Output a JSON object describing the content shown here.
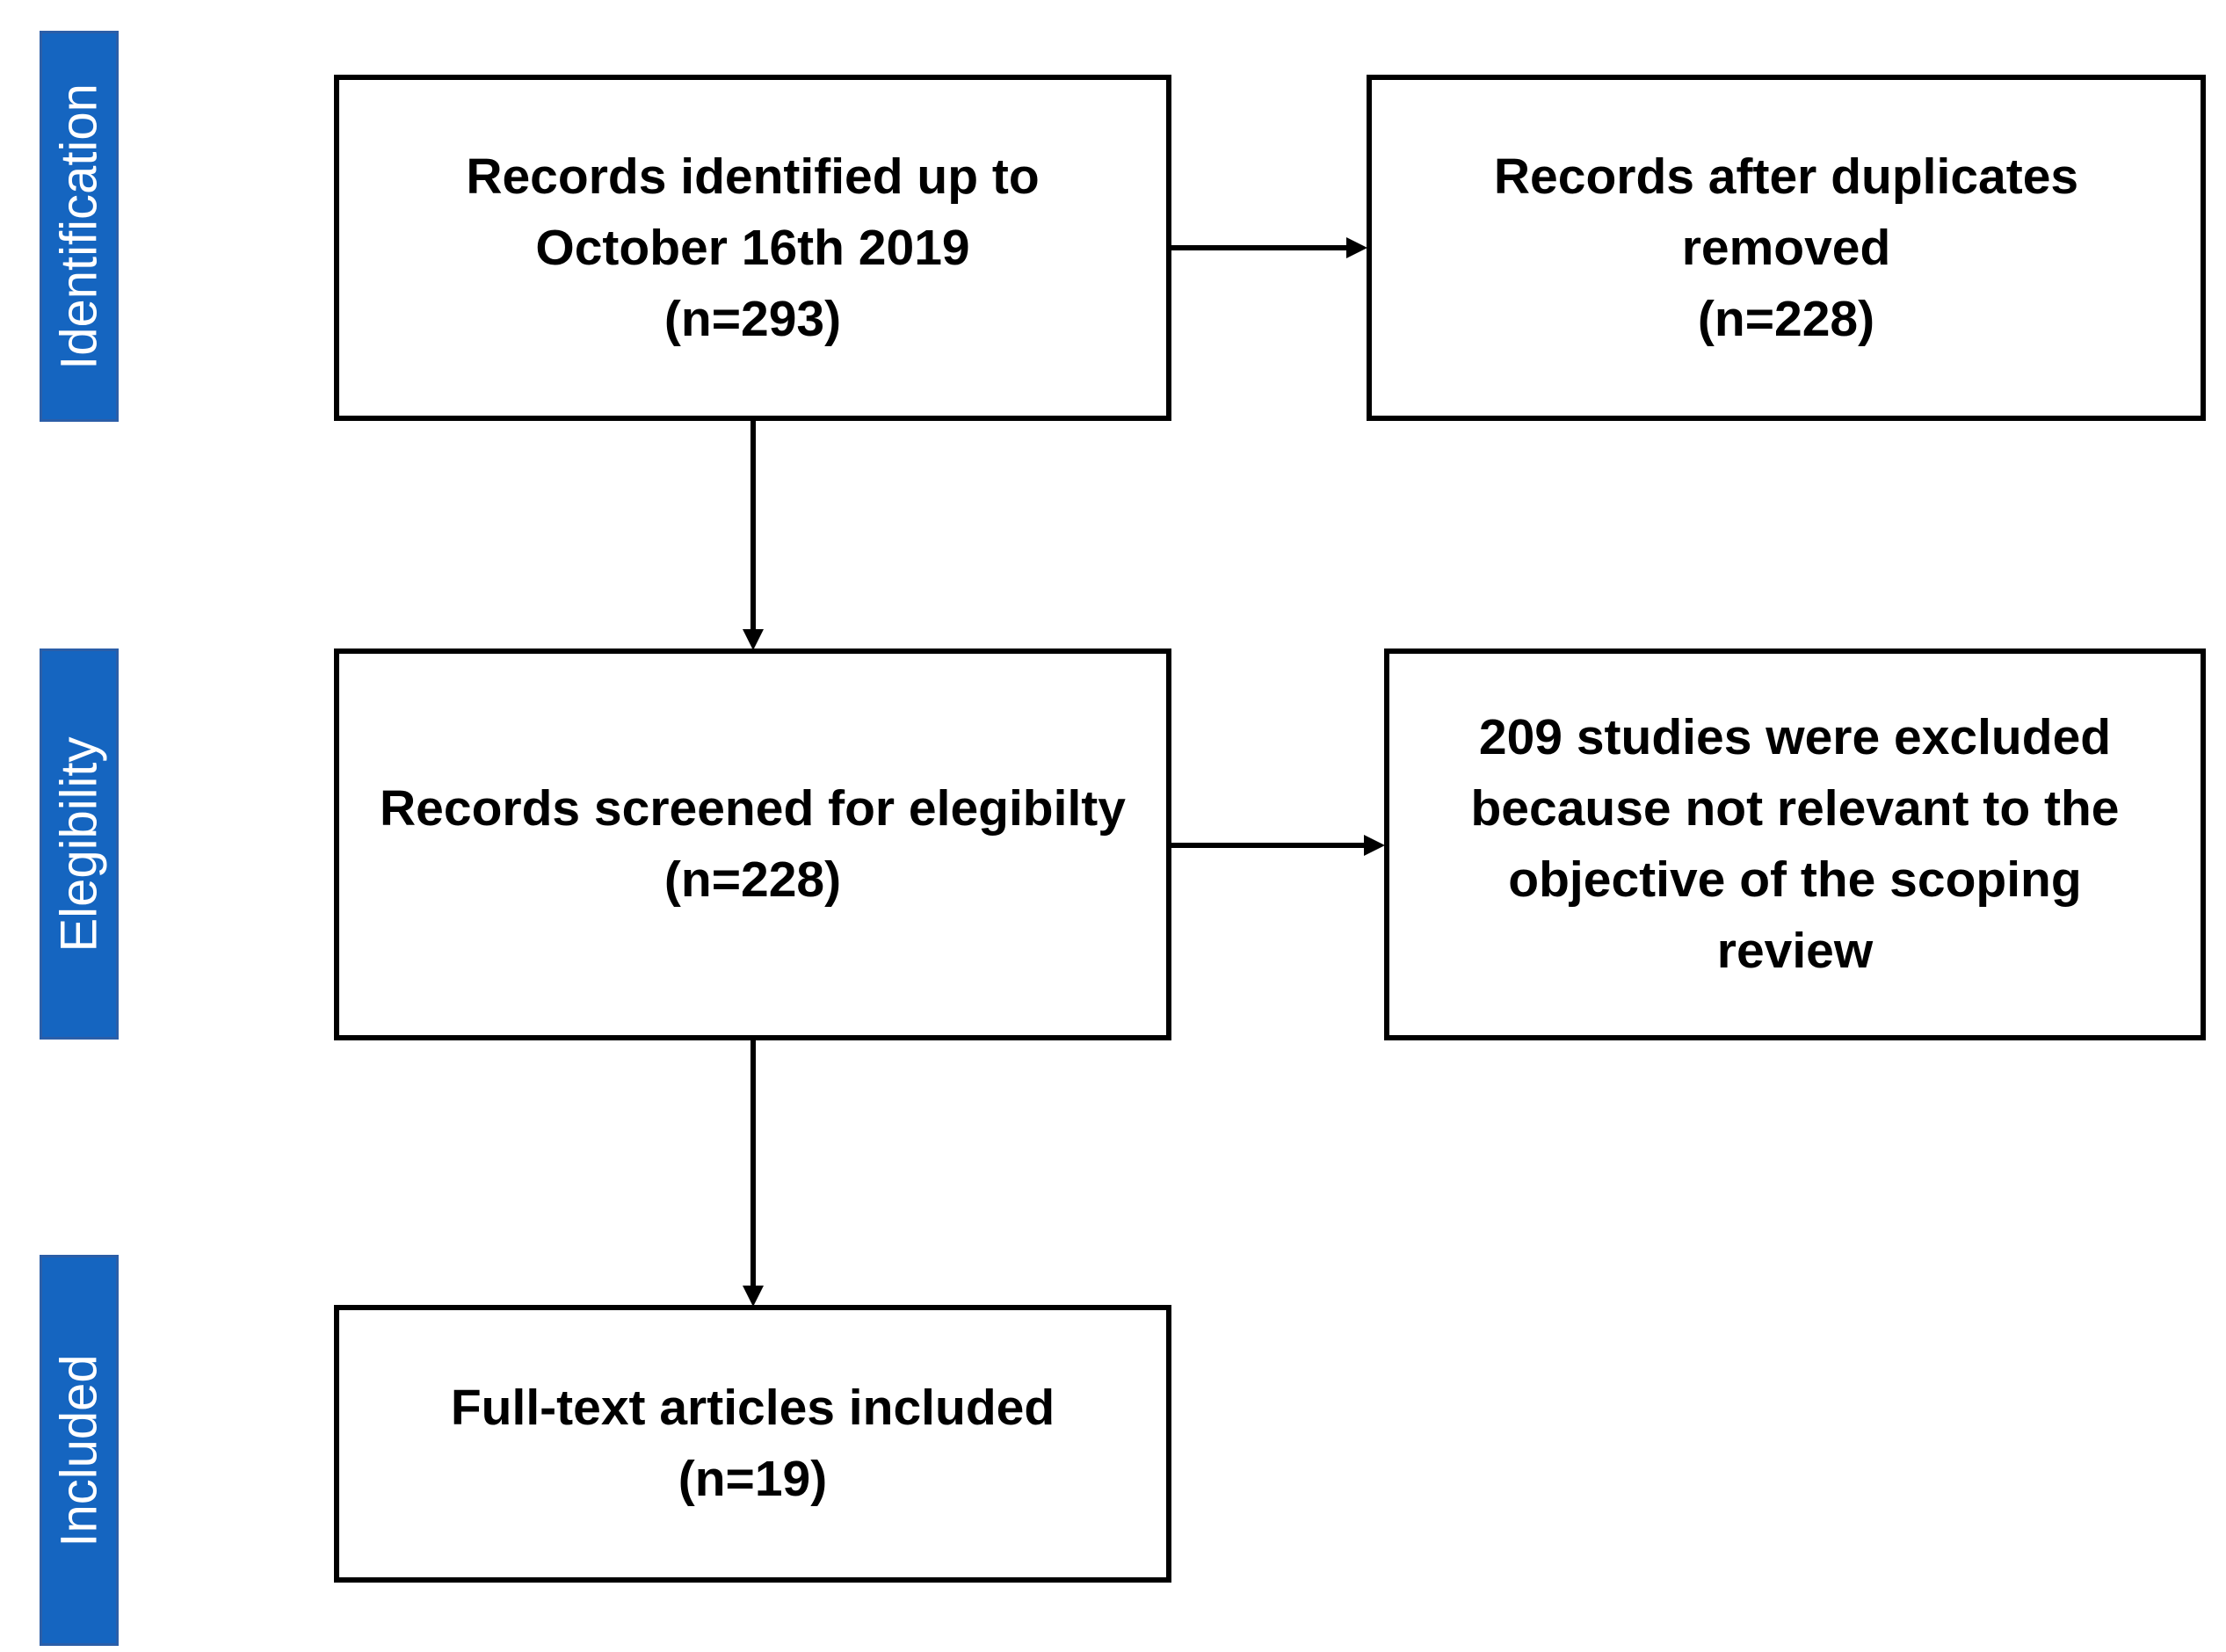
{
  "stages": {
    "identification": "Identification",
    "eligibility": "Elegibility",
    "included": "Included"
  },
  "boxes": {
    "identified": {
      "line1": "Records identified up to",
      "line2": "October 16th 2019",
      "count": "(n=293)"
    },
    "duplicates_removed": {
      "line1": "Records after duplicates",
      "line2": "removed",
      "count": "(n=228)"
    },
    "screened": {
      "line1": "Records screened for elegibilty",
      "count": "(n=228)"
    },
    "excluded": {
      "line1": "209 studies were excluded",
      "line2": "because not relevant to the",
      "line3": "objective of the scoping",
      "line4": "review"
    },
    "included": {
      "line1": "Full-text articles included",
      "count": "(n=19)"
    }
  },
  "colors": {
    "stage_fill": "#1565c0",
    "stage_border": "#2b5ea8",
    "stage_text": "#ffffff",
    "box_border": "#000000",
    "arrow": "#000000"
  }
}
